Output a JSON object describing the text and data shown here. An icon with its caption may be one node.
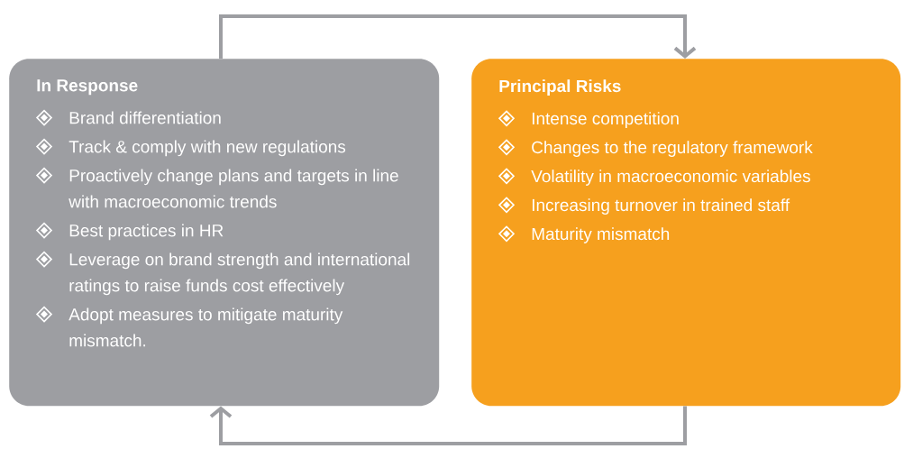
{
  "diagram": {
    "nodes": [
      {
        "text": [
          "In Response",
          "Brand differentiation",
          "Track & comply with new regulations",
          "Proactively change plans and targets in line with macroeconomic trends",
          "Best practices in HR",
          "Leverage on brand strength and international ratings to raise funds cost effectively",
          "Adopt measures to mitigate maturity mismatch."
        ]
      },
      {
        "text": [
          "Principal Risks",
          "Intense competition",
          "Changes to the regulatory framework",
          "Volatility in macroeconomic variables",
          "Increasing turnover in trained staff",
          "Maturity mismatch"
        ]
      }
    ],
    "edges": [
      {
        "from": 0,
        "to": 1,
        "arrow": "to"
      },
      {
        "from": 1,
        "to": 0,
        "arrow": "to"
      }
    ]
  }
}
